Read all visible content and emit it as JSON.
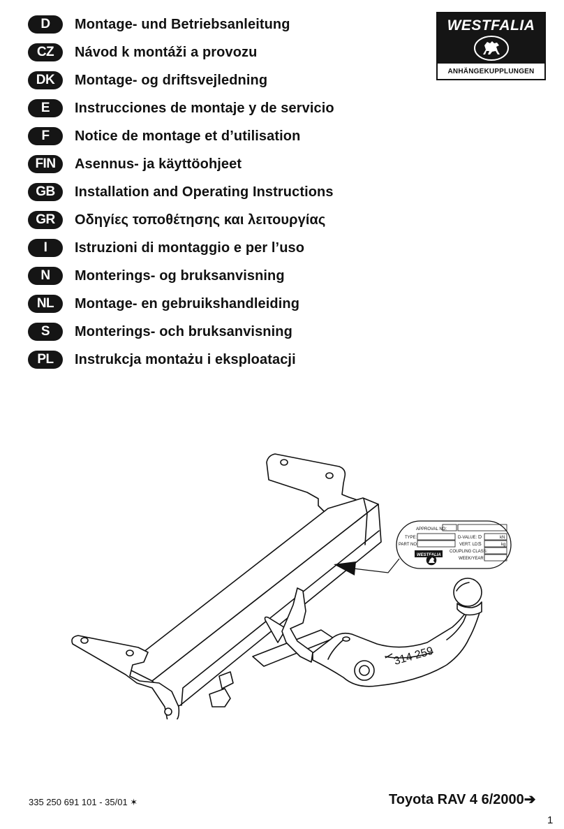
{
  "languages": [
    {
      "code": "D",
      "title": "Montage- und Betriebsanleitung"
    },
    {
      "code": "CZ",
      "title": "Návod k montáži a provozu"
    },
    {
      "code": "DK",
      "title": "Montage- og driftsvejledning"
    },
    {
      "code": "E",
      "title": "Instrucciones de montaje y de servicio"
    },
    {
      "code": "F",
      "title": "Notice de montage et d’utilisation"
    },
    {
      "code": "FIN",
      "title": "Asennus- ja käyttöohjeet"
    },
    {
      "code": "GB",
      "title": "Installation and Operating Instructions"
    },
    {
      "code": "GR",
      "title": "Οδηγίες τοποθέτησης και λειτουργίας"
    },
    {
      "code": "I",
      "title": "Istruzioni di montaggio e per l’uso"
    },
    {
      "code": "N",
      "title": "Monterings- og bruksanvisning"
    },
    {
      "code": "NL",
      "title": "Montage- en gebruikshandleiding"
    },
    {
      "code": "S",
      "title": "Monterings- och bruksanvisning"
    },
    {
      "code": "PL",
      "title": "Instrukcja montażu i eksploatacji"
    }
  ],
  "logo": {
    "brand": "WESTFALIA",
    "subtitle": "ANHÄNGEKUPPLUNGEN",
    "icon": "horse-emblem-icon"
  },
  "plate": {
    "approval_label": "APPROVAL NO:",
    "type_label": "TYPE:",
    "part_label": "PART NO:",
    "dvalue_label": "D-VALUE:",
    "dvalue_symbol": "D",
    "dvalue_unit": "kN",
    "vert_label": "VERT. LD:",
    "vert_symbol": "S",
    "vert_unit": "kg",
    "class_label": "COUPLING CLASS:",
    "week_label": "WEEK/YEAR:",
    "brand": "WESTFALIA"
  },
  "part_number": "314 259",
  "doc_number": "335 250 691 101 - 35/01 ✶",
  "vehicle": "Toyota RAV 4 6/2000➔",
  "page_number": "1"
}
